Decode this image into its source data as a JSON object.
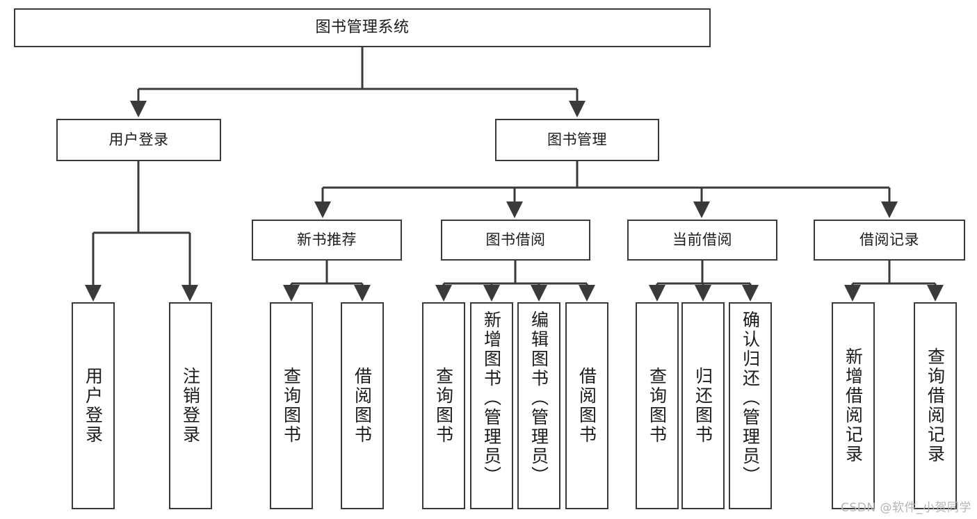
{
  "diagram": {
    "title": "图书管理系统",
    "type": "tree",
    "style": {
      "box_border_color": "#3a3a3a",
      "box_fill_color": "#ffffff",
      "line_color": "#3a3a3a",
      "text_color": "#1b1b1b",
      "background": "#ffffff"
    },
    "nodes": {
      "root": {
        "label": "图书管理系统",
        "orientation": "horizontal"
      },
      "level2": [
        {
          "id": "user-login",
          "label": "用户登录",
          "orientation": "horizontal"
        },
        {
          "id": "book-manage",
          "label": "图书管理",
          "orientation": "horizontal"
        }
      ],
      "level3": [
        {
          "id": "new-book-recommend",
          "label": "新书推荐",
          "orientation": "horizontal"
        },
        {
          "id": "book-borrow",
          "label": "图书借阅",
          "orientation": "horizontal"
        },
        {
          "id": "current-borrow",
          "label": "当前借阅",
          "orientation": "horizontal"
        },
        {
          "id": "borrow-record",
          "label": "借阅记录",
          "orientation": "horizontal"
        }
      ],
      "leaves": {
        "user-login": [
          {
            "id": "leaf-user-login",
            "label": "用户登录",
            "orientation": "vertical"
          },
          {
            "id": "leaf-logout-login",
            "label": "注销登录",
            "orientation": "vertical"
          }
        ],
        "new-book-recommend": [
          {
            "id": "leaf-query-book-1",
            "label": "查询图书",
            "orientation": "vertical"
          },
          {
            "id": "leaf-borrow-book-1",
            "label": "借阅图书",
            "orientation": "vertical"
          }
        ],
        "book-borrow": [
          {
            "id": "leaf-query-book-2",
            "label": "查询图书",
            "orientation": "vertical"
          },
          {
            "id": "leaf-add-book",
            "label": "新增图书（管理员）",
            "orientation": "vertical"
          },
          {
            "id": "leaf-edit-book",
            "label": "编辑图书（管理员）",
            "orientation": "vertical"
          },
          {
            "id": "leaf-borrow-book-2",
            "label": "借阅图书",
            "orientation": "vertical"
          }
        ],
        "current-borrow": [
          {
            "id": "leaf-query-book-3",
            "label": "查询图书",
            "orientation": "vertical"
          },
          {
            "id": "leaf-return-book",
            "label": "归还图书",
            "orientation": "vertical"
          },
          {
            "id": "leaf-confirm-return",
            "label": "确认归还（管理员）",
            "orientation": "vertical"
          }
        ],
        "borrow-record": [
          {
            "id": "leaf-add-record",
            "label": "新增借阅记录",
            "orientation": "vertical"
          },
          {
            "id": "leaf-query-record",
            "label": "查询借阅记录",
            "orientation": "vertical"
          }
        ]
      }
    }
  },
  "watermark": {
    "text": "CSDN @软件_小贺同学"
  }
}
